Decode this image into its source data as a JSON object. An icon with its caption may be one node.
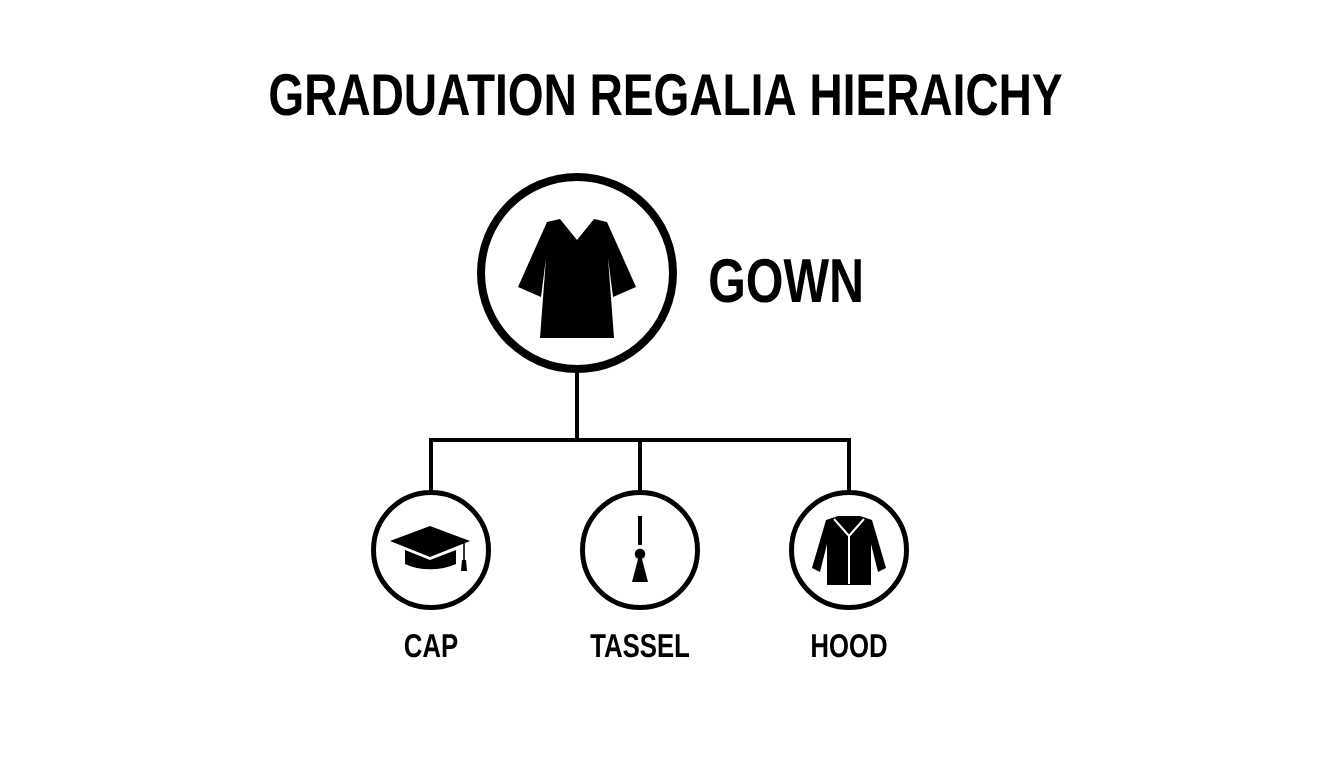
{
  "diagram": {
    "title": "GRADUATION REGALIA HIERAICHY",
    "nodes": [
      {
        "text": [
          "GOWN"
        ]
      },
      {
        "text": [
          "CAP"
        ]
      },
      {
        "text": [
          "TASSEL"
        ]
      },
      {
        "text": [
          "HOOD"
        ]
      }
    ],
    "edges": [
      {
        "from": 0,
        "to": 1,
        "arrow": "none"
      },
      {
        "from": 0,
        "to": 2,
        "arrow": "none"
      },
      {
        "from": 0,
        "to": 3,
        "arrow": "none"
      }
    ]
  }
}
